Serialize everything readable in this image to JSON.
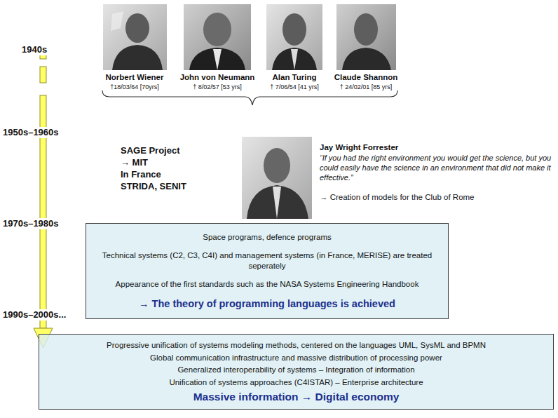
{
  "diagram": {
    "nodes": [
      {
        "text": [
          "Space programs, defence programs",
          "Technical systems (C2, C3, C4I) and management systems (in France, MERISE) are treated seperately",
          "Appearance of the first standards such as the NASA Systems Engineering Handbook",
          "→ The theory of programming languages is achieved"
        ]
      },
      {
        "text": [
          "Progressive unification of systems modeling methods, centered on the languages UML, SysML and BPMN",
          "Global communication infrastructure and massive distribution of processing power",
          "Generalized interoperability of systems – Integration of information",
          "Unification of systems approaches (C4ISTAR) – Enterprise architecture",
          "Massive information → Digital economy"
        ]
      }
    ],
    "labels": [
      "1940s",
      "Norbert Wiener",
      "†18/03/64 [70yrs]",
      "John von Neumann",
      "† 8/02/57 [53 yrs]",
      "Alan Turing",
      "† 7/06/54 [41 yrs]",
      "Claude Shannon",
      "† 24/02/01 [85 yrs]",
      "1950s–1960s",
      "SAGE Project",
      "→ MIT",
      "In France",
      "STRIDA, SENIT",
      "Jay Wright Forrester",
      "“If you had the right environment you would get the science, but you could easily have the science in an environment that did not make it effective.”",
      "→ Creation of models for the Club of Rome",
      "1970s–1980s",
      "1990s–2000s..."
    ]
  }
}
